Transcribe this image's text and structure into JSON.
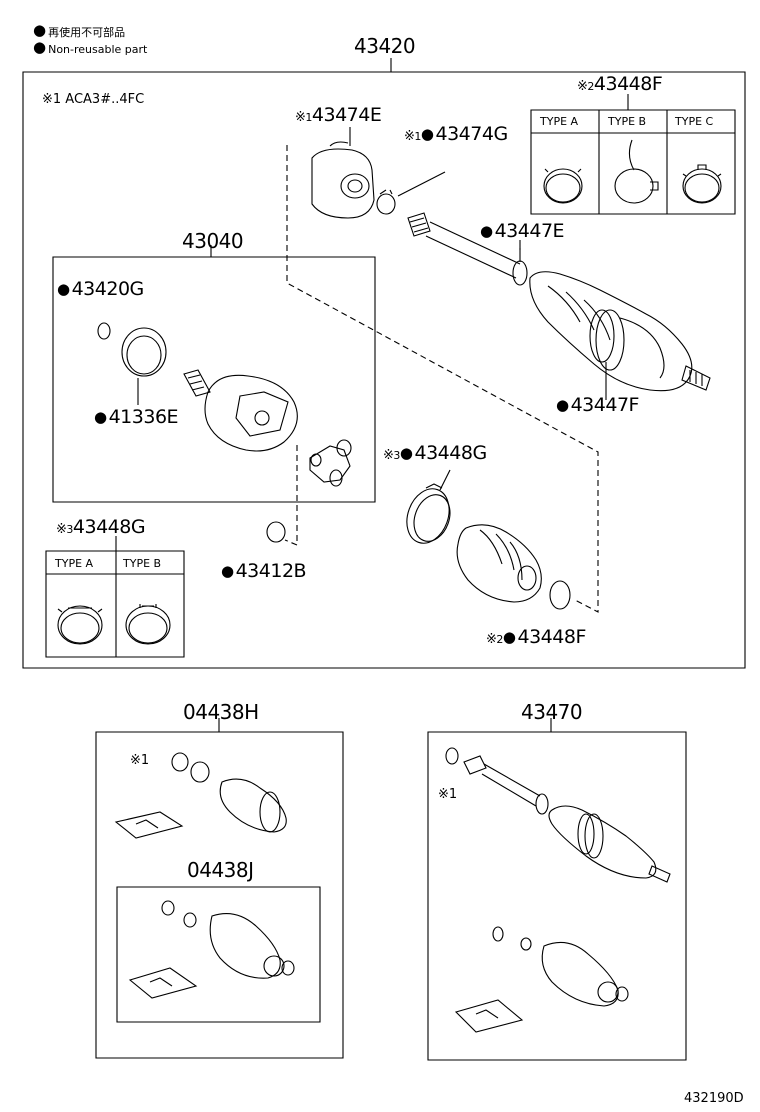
{
  "legend": {
    "jp": "再使用不可部品",
    "en": "Non-reusable part"
  },
  "assembly_main": "43420",
  "note1": "※1 ACA3#..4FC",
  "parts": {
    "p43448F_top": "43448F",
    "p43448F_top_ref": "2",
    "p43474E": "43474E",
    "p43474E_ref": "1",
    "p43474G": "43474G",
    "p43474G_ref": "1",
    "p43447E": "43447E",
    "p43040": "43040",
    "p43420G": "43420G",
    "p41336E": "41336E",
    "p43447F": "43447F",
    "p43448G_mid": "43448G",
    "p43448G_mid_ref": "3",
    "p43448G_left": "43448G",
    "p43448G_left_ref": "3",
    "p43412B": "43412B",
    "p43448F_bot": "43448F",
    "p43448F_bot_ref": "2"
  },
  "types": {
    "a": "TYPE A",
    "b": "TYPE B",
    "c": "TYPE C"
  },
  "kits": {
    "k04438H": "04438H",
    "k04438J": "04438J",
    "k43470": "43470",
    "ref1": "※1"
  },
  "footer_code": "432190D"
}
